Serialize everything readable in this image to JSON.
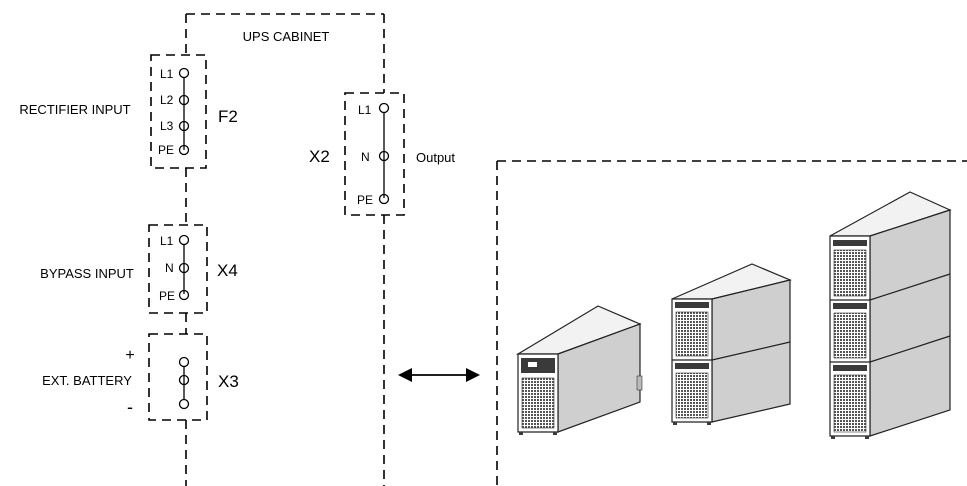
{
  "diagram": {
    "cabinet_label": "UPS CABINET",
    "blocks": {
      "f2": {
        "side_label": "RECTIFIER INPUT",
        "id_label": "F2",
        "terminals": [
          "L1",
          "L2",
          "L3",
          "PE"
        ]
      },
      "x2": {
        "side_label": "Output",
        "id_label": "X2",
        "terminals": [
          "L1",
          "N",
          "PE"
        ]
      },
      "x4": {
        "side_label": "BYPASS INPUT",
        "id_label": "X4",
        "terminals": [
          "L1",
          "N",
          "PE"
        ]
      },
      "x3": {
        "side_label": "EXT. BATTERY",
        "id_label": "X3",
        "plus": "+",
        "minus": "-"
      }
    },
    "ups_units": [
      {
        "modules": 1
      },
      {
        "modules": 2
      },
      {
        "modules": 3
      }
    ],
    "colors": {
      "line": "#000000",
      "ups_light": "#f2f2f2",
      "ups_mid": "#cfcfcf",
      "ups_dark": "#3a3a3a",
      "grille": "#555555"
    }
  }
}
